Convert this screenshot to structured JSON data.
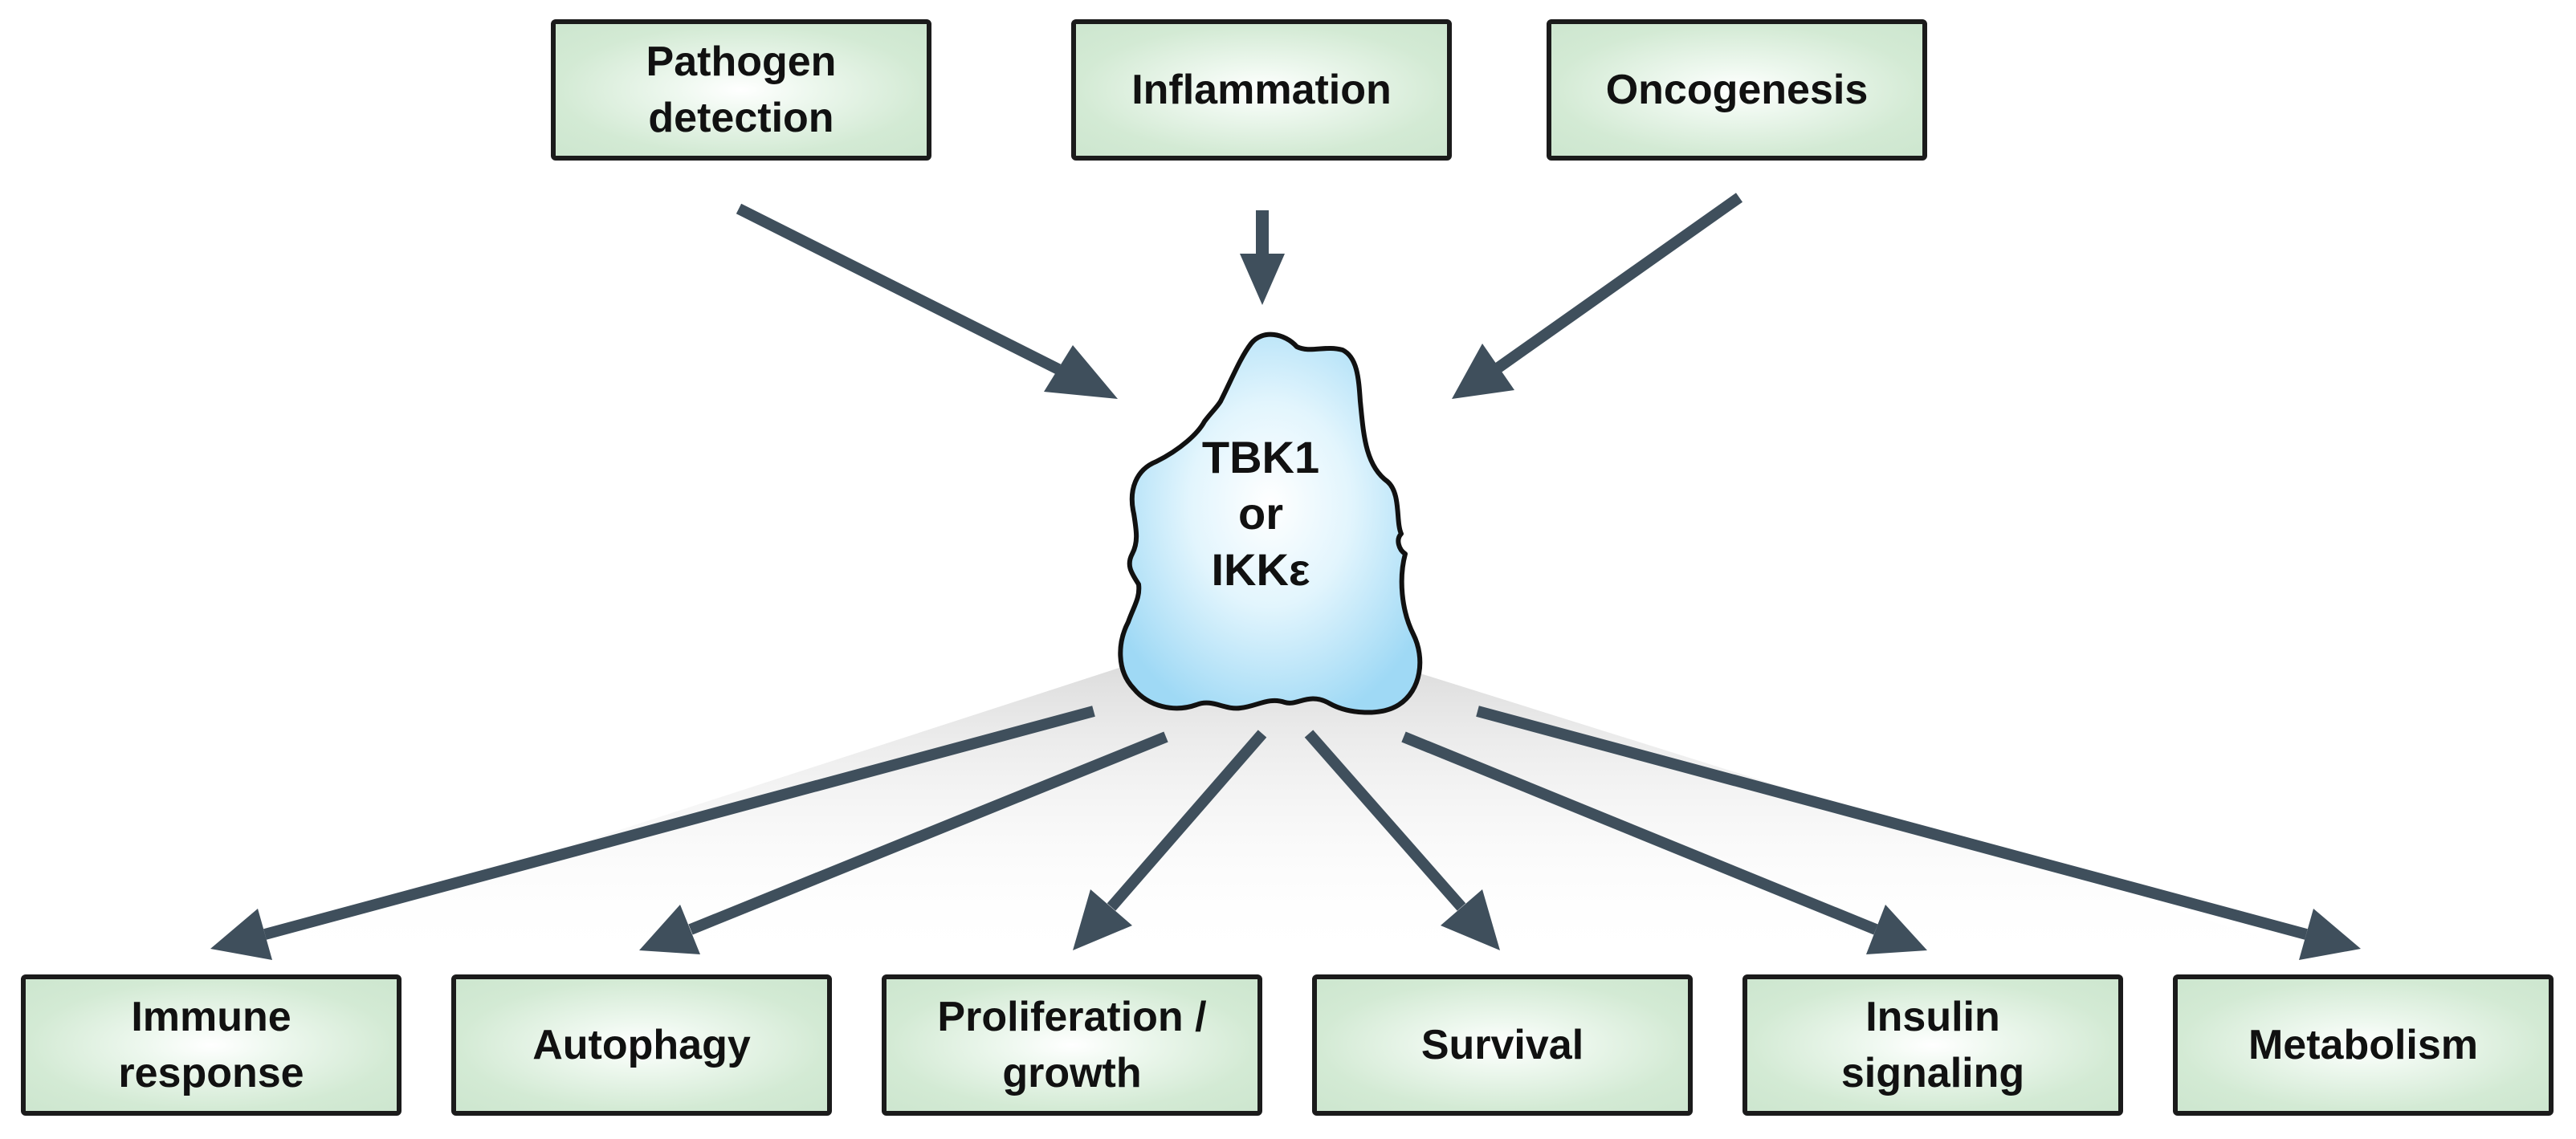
{
  "inputs": [
    {
      "line1": "Pathogen",
      "line2": "detection"
    },
    {
      "line1": "Inflammation",
      "line2": ""
    },
    {
      "line1": "Oncogenesis",
      "line2": ""
    }
  ],
  "center": {
    "line1": "TBK1",
    "line2": "or",
    "line3": "IKKε"
  },
  "outputs": [
    {
      "line1": "Immune",
      "line2": "response"
    },
    {
      "line1": "Autophagy",
      "line2": ""
    },
    {
      "line1": "Proliferation /",
      "line2": "growth"
    },
    {
      "line1": "Survival",
      "line2": ""
    },
    {
      "line1": "Insulin",
      "line2": "signaling"
    },
    {
      "line1": "Metabolism",
      "line2": ""
    }
  ],
  "colors": {
    "arrow": "#3f4f5c",
    "box_fill": "#d3ead4",
    "box_border": "#1b1b1b",
    "protein_fill": "#a9ddf5",
    "shadow": "#e3e3e3"
  }
}
